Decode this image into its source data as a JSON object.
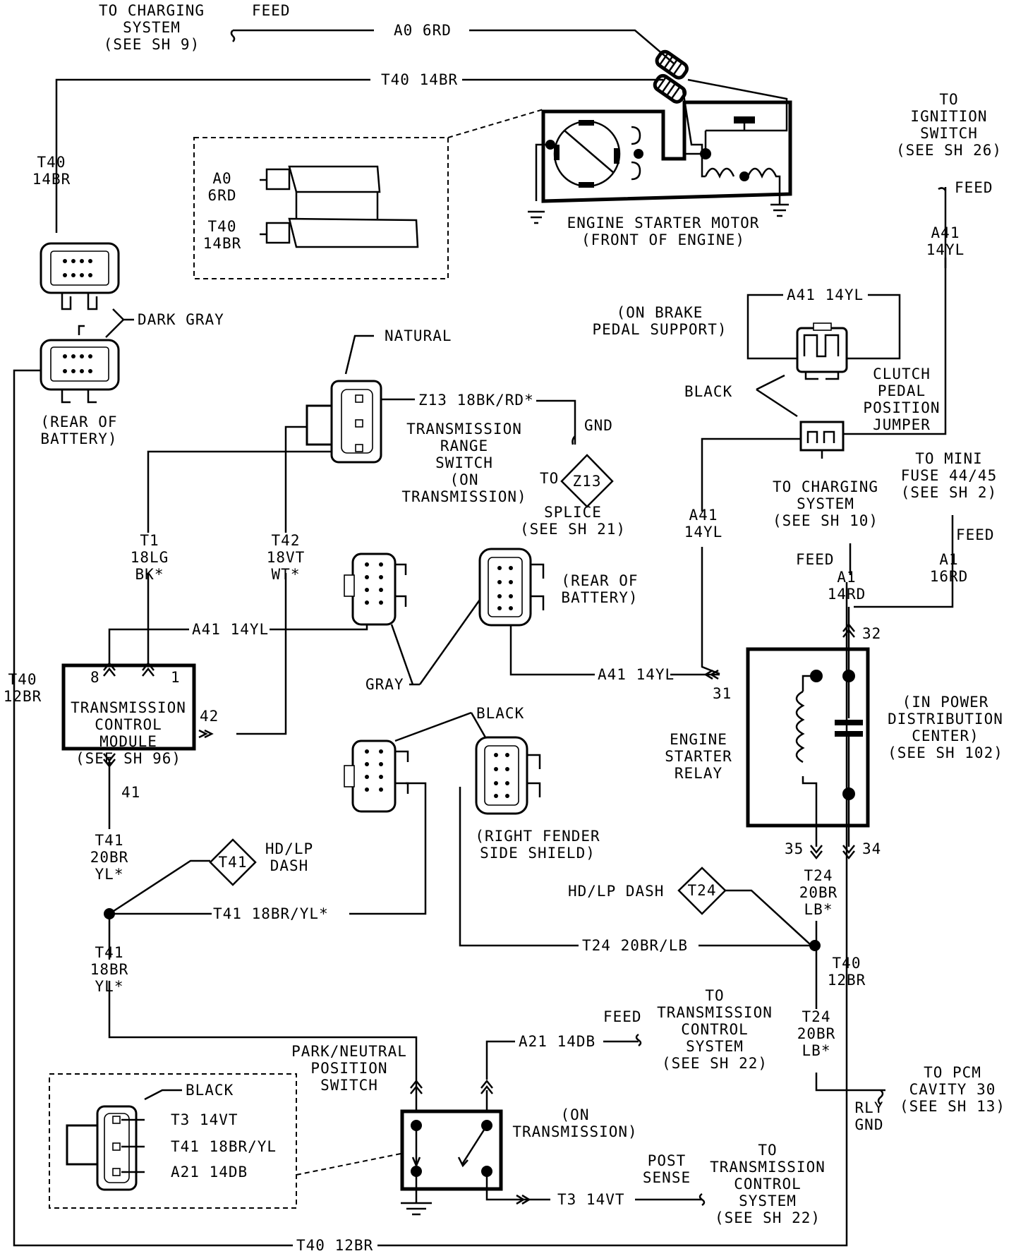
{
  "labels": {
    "to_charging_sh9": [
      "TO CHARGING",
      "SYSTEM",
      "(SEE SH 9)"
    ],
    "feed_top": "FEED",
    "a0_6rd": "A0 6RD",
    "t40_14br_top": "T40 14BR",
    "t40_14br_left": [
      "T40",
      "14BR"
    ],
    "inset_a0": [
      "A0",
      "6RD"
    ],
    "inset_t40": [
      "T40",
      "14BR"
    ],
    "starter_motor": [
      "ENGINE STARTER MOTOR",
      "(FRONT OF ENGINE)"
    ],
    "to_ignition": [
      "TO",
      "IGNITION",
      "SWITCH",
      "(SEE SH 26)"
    ],
    "feed_ign": "FEED",
    "a41_14yl_right": [
      "A41",
      "14YL"
    ],
    "a41_14yl_loop": "A41 14YL",
    "brake_support": [
      "(ON BRAKE",
      "PEDAL SUPPORT)"
    ],
    "dark_gray": "DARK GRAY",
    "rear_battery_1": [
      "(REAR OF",
      "BATTERY)"
    ],
    "natural": "NATURAL",
    "z13": "Z13 18BK/RD*",
    "gnd": "GND",
    "trs": [
      "TRANSMISSION",
      "RANGE",
      "SWITCH",
      "(ON",
      "TRANSMISSION)"
    ],
    "to": "TO",
    "z13_diamond": "Z13",
    "splice": [
      "SPLICE",
      "(SEE SH 21)"
    ],
    "black_clutch": "BLACK",
    "clutch_jumper": [
      "CLUTCH",
      "PEDAL",
      "POSITION",
      "JUMPER"
    ],
    "to_mini_fuse": [
      "TO MINI",
      "FUSE 44/45",
      "(SEE SH 2)"
    ],
    "to_charging_sh10": [
      "TO CHARGING",
      "SYSTEM",
      "(SEE SH 10)"
    ],
    "feed_fuse": "FEED",
    "a41_14yl_mid": [
      "A41",
      "14YL"
    ],
    "feed_chg": "FEED",
    "a1_14rd": [
      "A1",
      "14RD"
    ],
    "a1_16rd": [
      "A1",
      "16RD"
    ],
    "t1": [
      "T1",
      "18LG",
      "BK*"
    ],
    "t42": [
      "T42",
      "18VT",
      "WT*"
    ],
    "rear_battery_2": [
      "(REAR OF",
      "BATTERY)"
    ],
    "a41_14yl_tcm": "A41 14YL",
    "a41_14yl_relay": "A41 14YL",
    "pin_32": "32",
    "pin_31": "31",
    "pin_8": "8",
    "pin_1": "1",
    "gray": "GRAY",
    "t40_12br_left": [
      "T40",
      "12BR"
    ],
    "tcm": [
      "TRANSMISSION",
      "CONTROL",
      "MODULE",
      "(SEE SH 96)"
    ],
    "pin_42": "42",
    "black_fender": "BLACK",
    "engine_starter_relay": [
      "ENGINE",
      "STARTER",
      "RELAY"
    ],
    "pdc": [
      "(IN POWER",
      "DISTRIBUTION",
      "CENTER)",
      "(SEE SH 102)"
    ],
    "pin_41": "41",
    "right_fender": [
      "(RIGHT FENDER",
      "SIDE SHIELD)"
    ],
    "t41_20br": [
      "T41",
      "20BR",
      "YL*"
    ],
    "t41_diamond": "T41",
    "hd_lp_dash_1": [
      "HD/LP",
      "DASH"
    ],
    "pin_35": "35",
    "pin_34": "34",
    "t24_20br_top": [
      "T24",
      "20BR",
      "LB*"
    ],
    "hd_lp_dash_2": "HD/LP DASH",
    "t24_diamond": "T24",
    "t41_18br_yl": "T41 18BR/YL*",
    "t24_20br_lb": "T24 20BR/LB",
    "t41_18br": [
      "T41",
      "18BR",
      "YL*"
    ],
    "t40_12br_right": [
      "T40",
      "12BR"
    ],
    "to_tcs_1": [
      "TO",
      "TRANSMISSION",
      "CONTROL",
      "SYSTEM",
      "(SEE SH 22)"
    ],
    "feed_a21": "FEED",
    "a21_14db": "A21 14DB",
    "t24_20br_bot": [
      "T24",
      "20BR",
      "LB*"
    ],
    "pnp_switch": [
      "PARK/NEUTRAL",
      "POSITION",
      "SWITCH"
    ],
    "to_pcm": [
      "TO PCM",
      "CAVITY 30",
      "(SEE SH 13)"
    ],
    "rly_gnd": [
      "RLY",
      "GND"
    ],
    "black_pnp": "BLACK",
    "t3_14vt_inset": "T3 14VT",
    "t41_18br_yl_inset": "T41 18BR/YL",
    "a21_14db_inset": "A21 14DB",
    "on_transmission": [
      "(ON",
      "TRANSMISSION)"
    ],
    "post_sense": [
      "POST",
      "SENSE"
    ],
    "t3_14vt": "T3 14VT",
    "to_tcs_2": [
      "TO",
      "TRANSMISSION",
      "CONTROL",
      "SYSTEM",
      "(SEE SH 22)"
    ],
    "t40_12br_bottom": "T40 12BR"
  }
}
